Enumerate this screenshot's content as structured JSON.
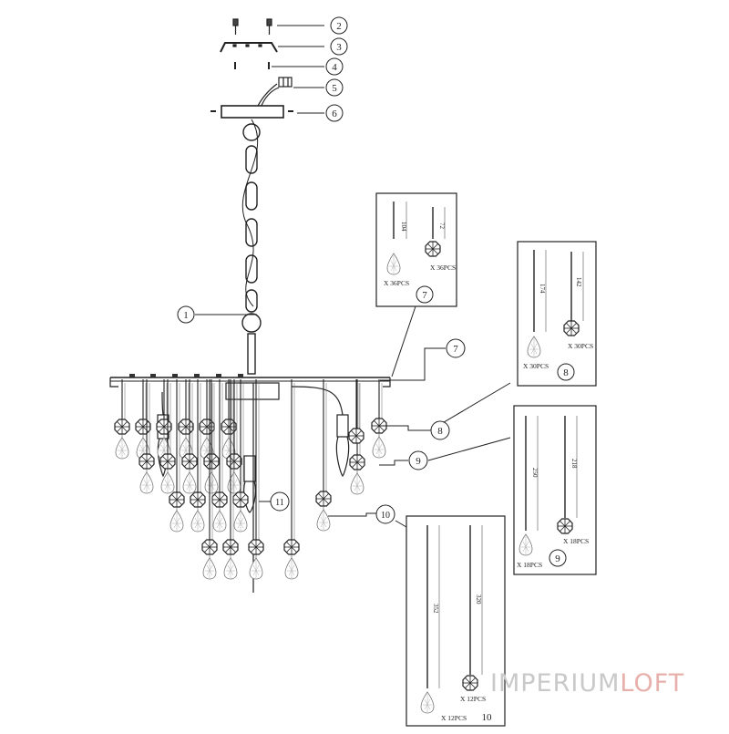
{
  "callouts": [
    "1",
    "2",
    "3",
    "4",
    "5",
    "6",
    "7",
    "8",
    "9",
    "10",
    "11"
  ],
  "detail_boxes": [
    {
      "number": "7",
      "items": [
        {
          "length": "104",
          "qty": "X 36PCS"
        },
        {
          "length": "72",
          "qty": "X 36PCS"
        }
      ]
    },
    {
      "number": "8",
      "items": [
        {
          "length": "174",
          "qty": "X 30PCS"
        },
        {
          "length": "142",
          "qty": "X 30PCS"
        }
      ]
    },
    {
      "number": "9",
      "items": [
        {
          "length": "250",
          "qty": "X 18PCS"
        },
        {
          "length": "218",
          "qty": "X 18PCS"
        }
      ]
    },
    {
      "number": "10",
      "items": [
        {
          "length": "352",
          "qty": "X 12PCS"
        },
        {
          "length": "320",
          "qty": "X 12PCS"
        }
      ]
    }
  ],
  "watermark": {
    "part1": "IMPERIUM",
    "part2": "LOFT",
    "color1": "#c9c9c9",
    "color2": "#e7b0ab"
  }
}
